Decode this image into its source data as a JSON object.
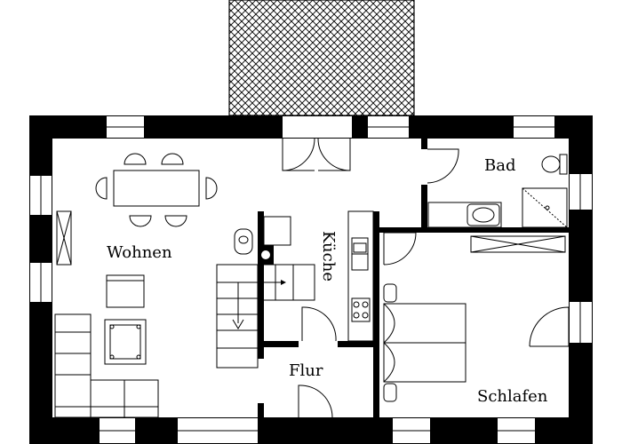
{
  "floor_plan": {
    "rooms": {
      "wohnen": "Wohnen",
      "kueche": "Küche",
      "bad": "Bad",
      "flur": "Flur",
      "schlafen": "Schlafen"
    },
    "colors": {
      "wall": "#000000",
      "background": "#ffffff",
      "line": "#000000"
    },
    "icons": [
      "terrace-hatch",
      "door-swing",
      "staircase-arrow",
      "window-cross",
      "toilet",
      "sink",
      "shower",
      "stove"
    ]
  }
}
